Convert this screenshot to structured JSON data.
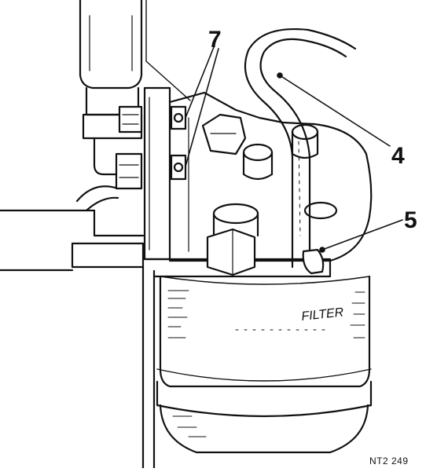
{
  "callouts": {
    "seven": "7",
    "four": "4",
    "five": "5"
  },
  "filter_text": "FILTER",
  "figure_id": "NT2 249",
  "colors": {
    "ink": "#111111",
    "paper": "#ffffff"
  }
}
